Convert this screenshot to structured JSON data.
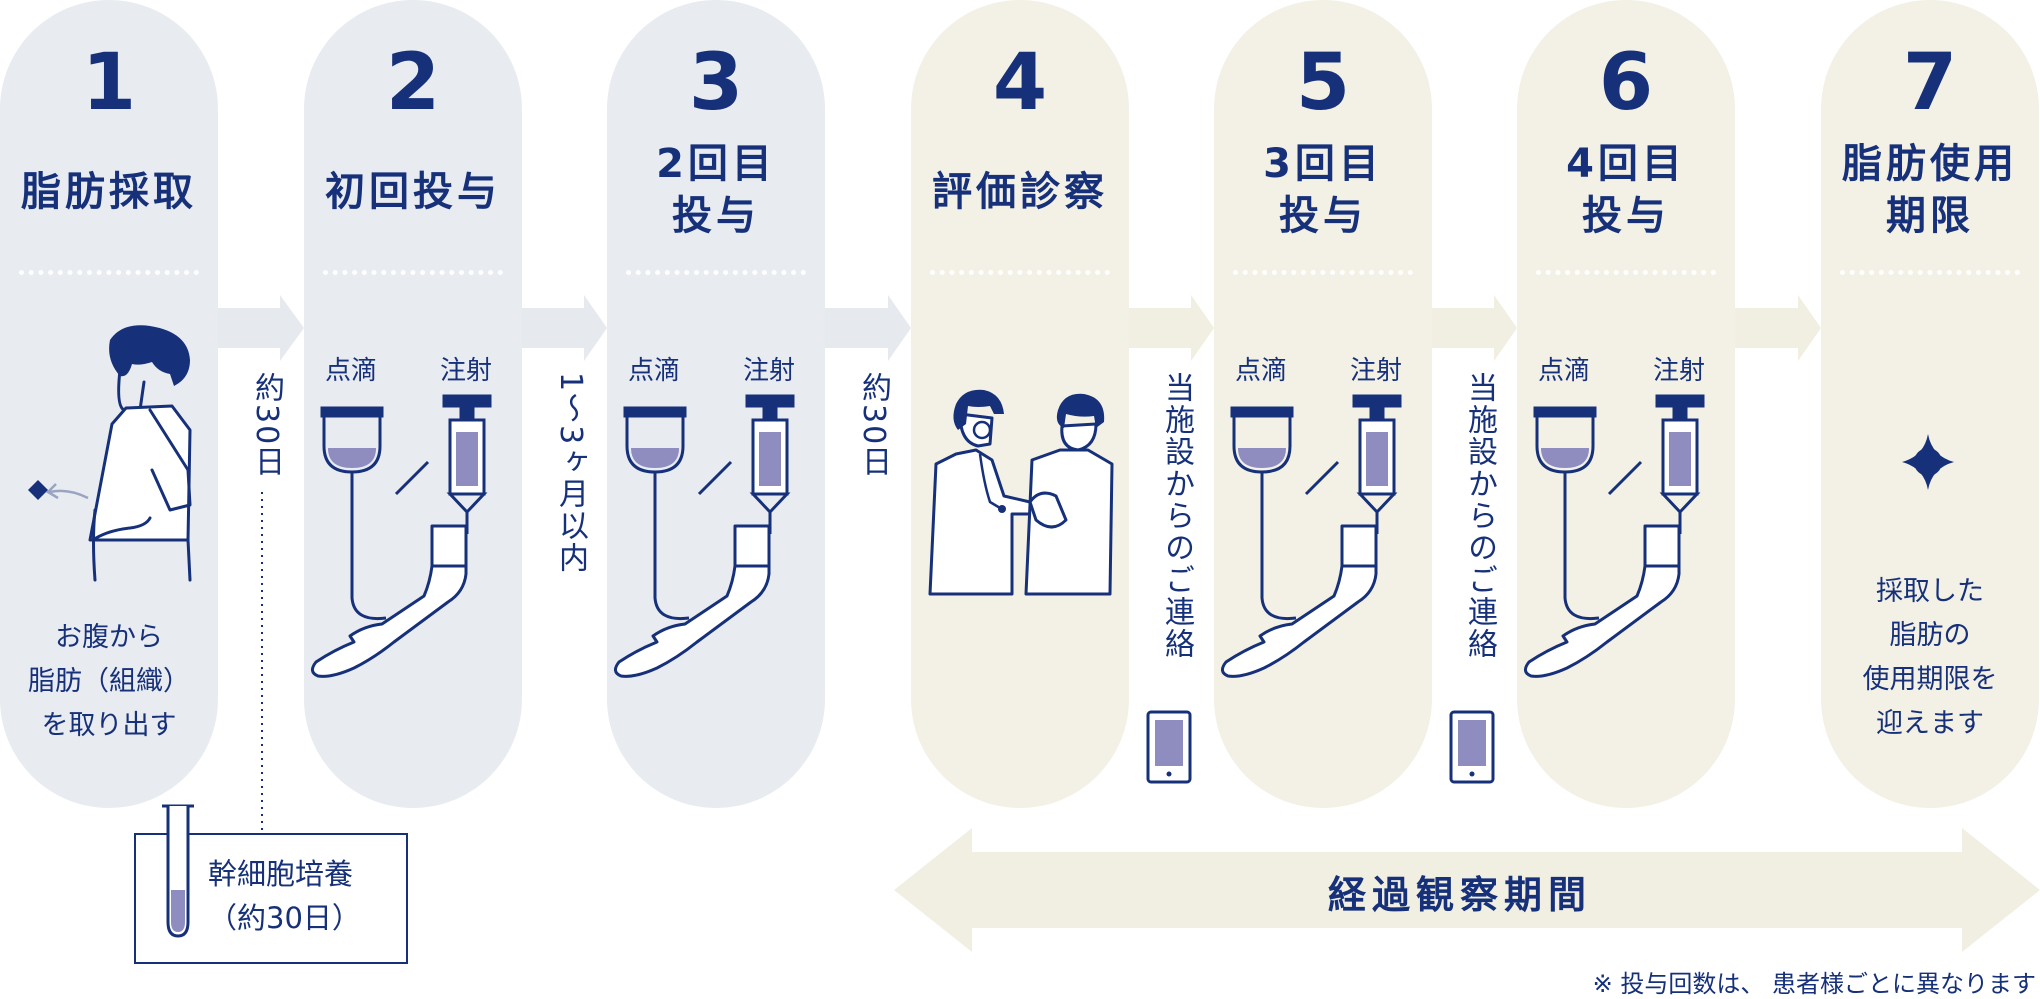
{
  "steps": [
    {
      "number": "1",
      "title_lines": [
        "脂肪採取"
      ],
      "desc_lines": [
        "お腹から",
        "脂肪（組織）",
        "を取り出す"
      ]
    },
    {
      "number": "2",
      "title_lines": [
        "初回投与"
      ],
      "desc_lines": []
    },
    {
      "number": "3",
      "title_lines": [
        "2回目",
        "投与"
      ],
      "desc_lines": []
    },
    {
      "number": "4",
      "title_lines": [
        "評価診察"
      ],
      "desc_lines": []
    },
    {
      "number": "5",
      "title_lines": [
        "3回目",
        "投与"
      ],
      "desc_lines": []
    },
    {
      "number": "6",
      "title_lines": [
        "4回目",
        "投与"
      ],
      "desc_lines": []
    },
    {
      "number": "7",
      "title_lines": [
        "脂肪使用",
        "期限"
      ],
      "desc_lines": [
        "採取した",
        "脂肪の",
        "使用期限を",
        "迎えます"
      ]
    }
  ],
  "sub_labels": {
    "drip": "点滴",
    "injection": "注射"
  },
  "intervals": [
    "約30日",
    "1〜3ヶ月以内",
    "約30日",
    "当施設からのご連絡",
    "当施設からのご連絡"
  ],
  "culture": {
    "line1": "幹細胞培養",
    "line2": "（約30日）"
  },
  "observation_label": "経過観察期間",
  "footnote": "※ 投与回数は、 患者様ごとに異なります",
  "colors": {
    "navy": "#16317a",
    "gray_pill": "#e8ebf0",
    "beige_pill": "#f3f1e6",
    "purple": "#8f8cc0",
    "arrow_gray": "#e6e9ee",
    "arrow_beige": "#f1efe2"
  },
  "icons": [
    "person-abdomen-icon",
    "drip-bag-icon",
    "syringe-icon",
    "arm-icon",
    "doctor-patient-icon",
    "smartphone-icon",
    "test-tube-icon",
    "diamond-sparkle-icon"
  ]
}
